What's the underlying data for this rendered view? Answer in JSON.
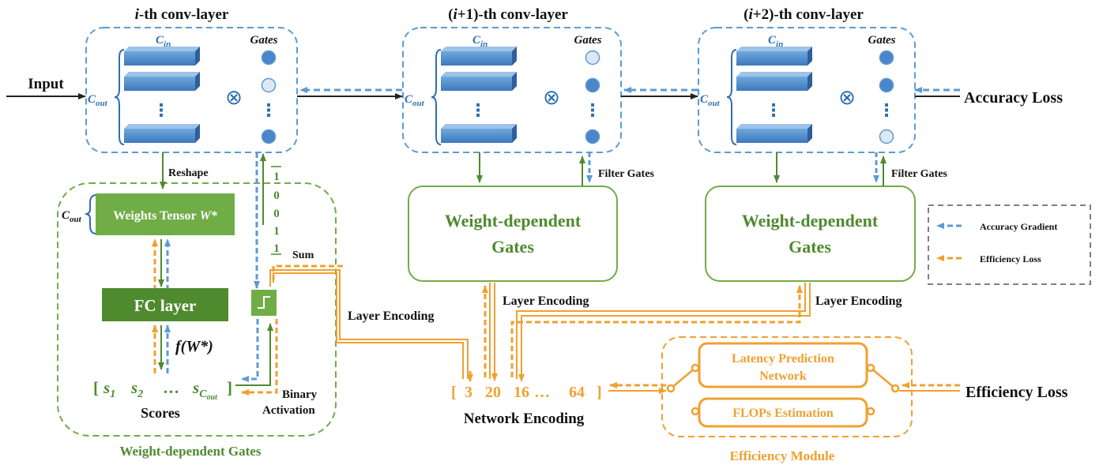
{
  "layers": [
    {
      "title": "i-th conv-layer",
      "title_italic": "i",
      "title_rest": "-th conv-layer"
    },
    {
      "title": "(i+1)-th conv-layer",
      "title_pre": "(",
      "title_italic": "i",
      "title_rest": "+1)-th conv-layer"
    },
    {
      "title": "(i+2)-th conv-layer",
      "title_pre": "(",
      "title_italic": "i",
      "title_rest": "+2)-th conv-layer"
    }
  ],
  "labels": {
    "c_in": "C",
    "c_in_sub": "in",
    "c_out": "C",
    "c_out_sub": "out",
    "gates": "Gates",
    "otimes": "⊗",
    "dots_vertical": "⋮",
    "input": "Input",
    "accuracy_loss": "Accuracy Loss",
    "efficiency_loss": "Efficiency Loss",
    "reshape": "Reshape",
    "filter_gates": "Filter Gates",
    "weights_tensor": "Weights Tensor",
    "weights_tensor_symbol": "W*",
    "fc_layer": "FC layer",
    "f_w": "f(W*)",
    "scores": "Scores",
    "score_s1": "s",
    "score_s1_sub": "1",
    "score_s2": "s",
    "score_s2_sub": "2",
    "score_ellipsis": "…",
    "score_sc": "s",
    "score_sc_sub": "C",
    "score_sc_subsub": "out",
    "bracket_open": "[",
    "bracket_close": "]",
    "binary_activation_1": "Binary",
    "binary_activation_2": "Activation",
    "sum": "Sum",
    "layer_encoding": "Layer Encoding",
    "wdg_caption": "Weight-dependent Gates",
    "wdg_box_1": "Weight-dependent",
    "wdg_box_2": "Gates",
    "network_encoding": "Network Encoding",
    "efficiency_module": "Efficiency Module",
    "latency_1": "Latency Prediction",
    "latency_2": "Network",
    "flops": "FLOPs Estimation",
    "legend_accuracy": "Accuracy Gradient",
    "legend_efficiency": "Efficiency Loss"
  },
  "binary_vector": [
    "1",
    "0",
    "0",
    "1",
    "1"
  ],
  "network_encoding_values": {
    "open": "[",
    "v1": "3",
    "v2": "20",
    "v3": "16",
    "v4": "…",
    "v5": "64",
    "close": "]"
  },
  "gate_states": [
    [
      "on",
      "off",
      "on",
      "on"
    ],
    [
      "off",
      "on",
      "on",
      "on"
    ],
    [
      "on",
      "on",
      "on",
      "off"
    ]
  ],
  "colors": {
    "blue": "#2f6fb0",
    "blue_light": "#5b9bd5",
    "green": "#70ad47",
    "green_dark": "#4f8a2f",
    "orange": "#f0a030",
    "gray": "#808080",
    "gate_off": "#dde8f5",
    "gate_on": "#4a86c8"
  }
}
